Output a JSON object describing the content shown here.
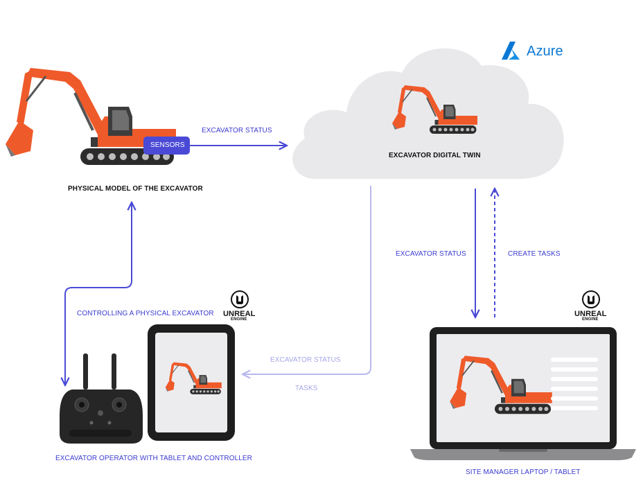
{
  "cloud": {
    "provider_name": "Azure",
    "label": "EXCAVATOR DIGITAL TWIN"
  },
  "physical": {
    "label": "PHYSICAL MODEL OF THE EXCAVATOR",
    "sensors_badge": "SENSORS"
  },
  "flows": {
    "status_to_cloud": "EXCAVATOR STATUS",
    "status_to_manager": "EXCAVATOR STATUS",
    "create_tasks": "CREATE TASKS",
    "status_to_operator": "EXCAVATOR STATUS",
    "tasks_to_operator": "TASKS",
    "controlling": "CONTROLLING A PHYSICAL EXCAVATOR"
  },
  "operator": {
    "label": "EXCAVATOR OPERATOR WITH TABLET AND CONTROLLER"
  },
  "manager": {
    "label": "SITE MANAGER LAPTOP / TABLET"
  },
  "engine_logo": {
    "line1": "UNREAL",
    "line2": "ENGINE"
  },
  "colors": {
    "arrow": "#4a4ad6",
    "arrow_faint": "#b8b8ee",
    "cloud": "#e9e9ec",
    "excavator_physical": "#f0a02c",
    "excavator_twin": "#ef5a2a",
    "azure": "#0a78d4"
  }
}
